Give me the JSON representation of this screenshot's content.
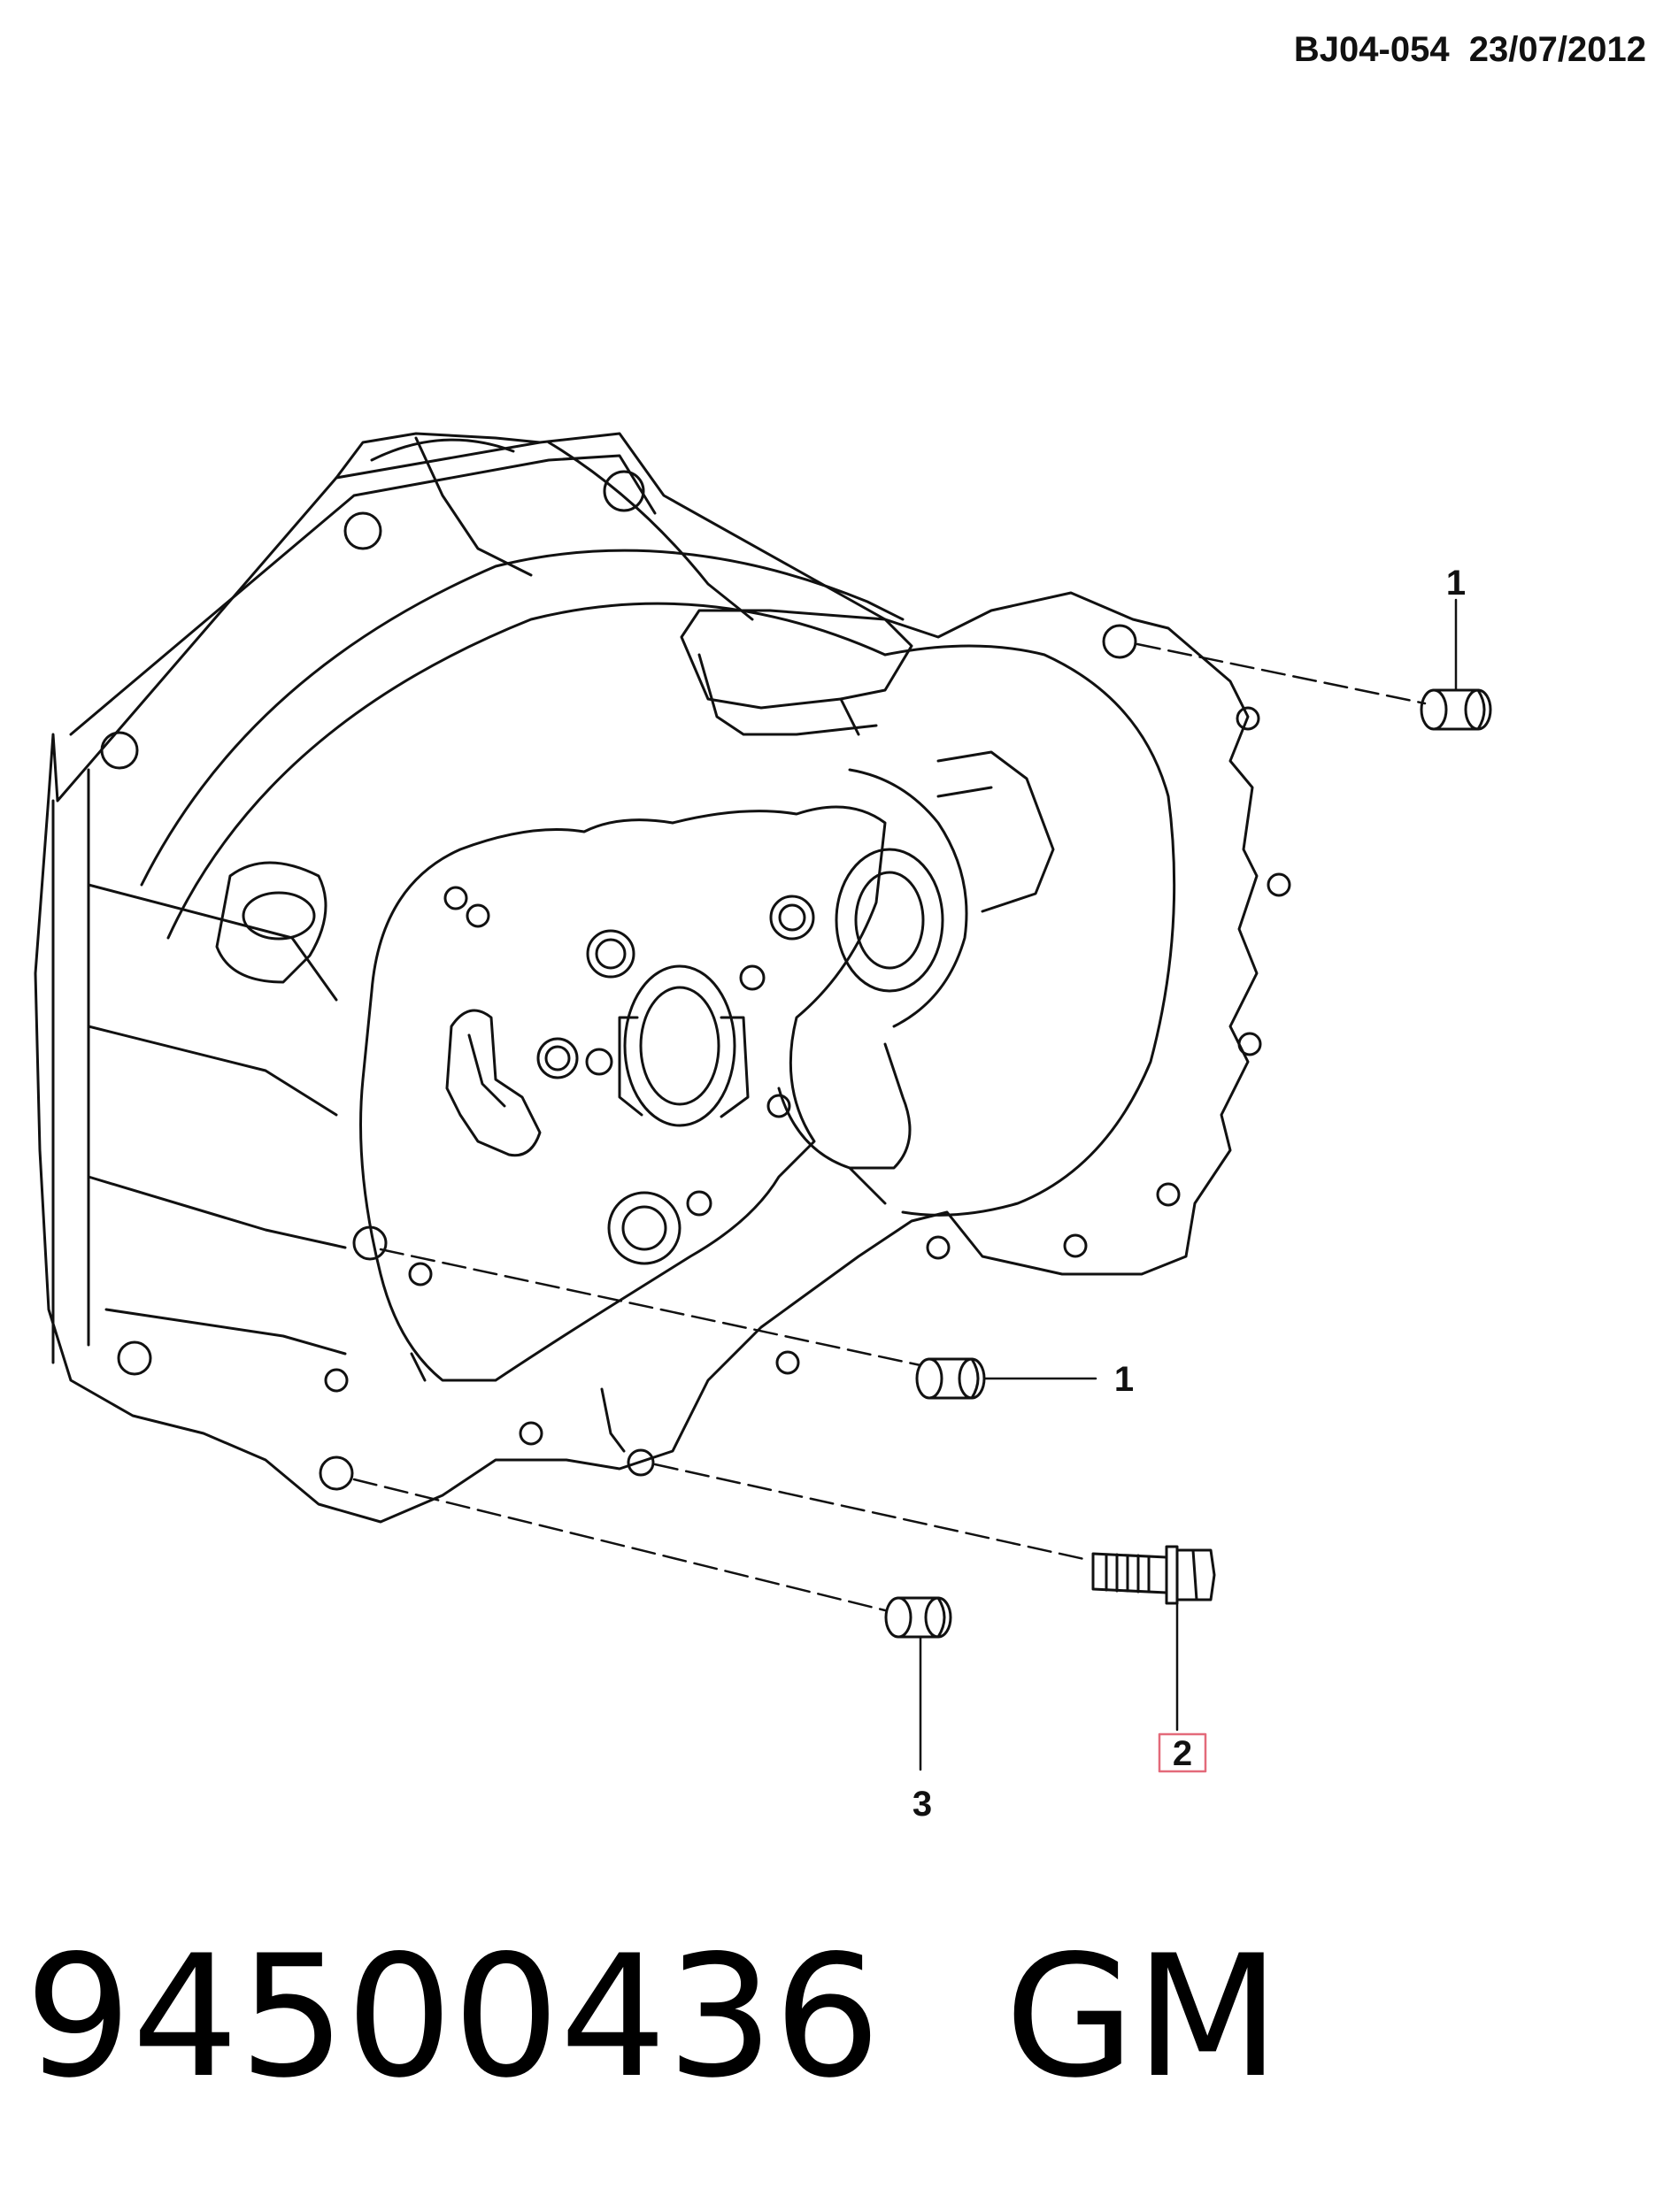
{
  "header": {
    "ref": "BJ04-054  23/07/2012"
  },
  "callouts": [
    {
      "id": "callout-1-top",
      "label": "1"
    },
    {
      "id": "callout-1-middle",
      "label": "1"
    },
    {
      "id": "callout-2",
      "label": "2"
    },
    {
      "id": "callout-3",
      "label": "3"
    }
  ],
  "footer": {
    "part_number": "94500436",
    "brand": "GM"
  },
  "colors": {
    "highlight_box": "#e36a7a",
    "line": "#111111"
  }
}
